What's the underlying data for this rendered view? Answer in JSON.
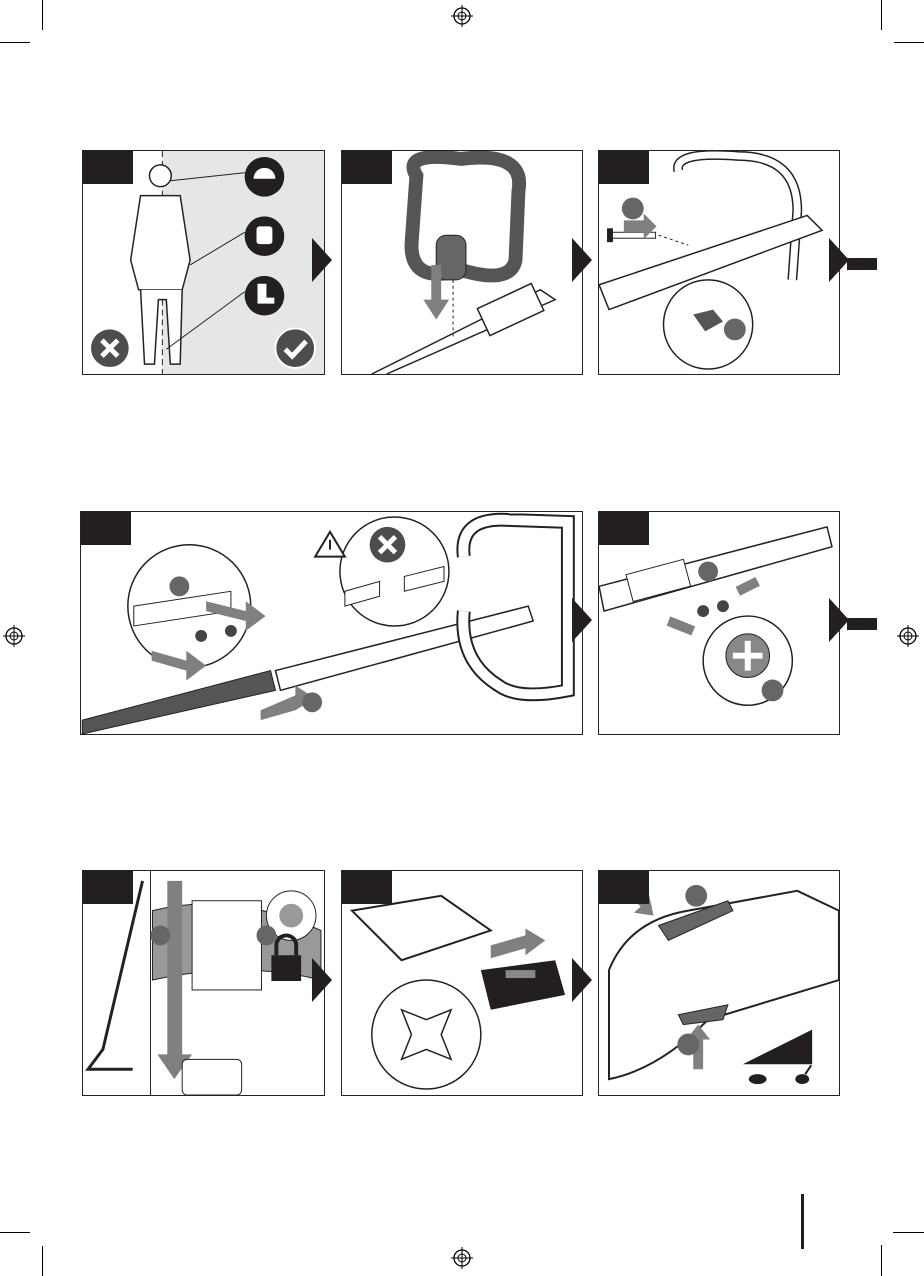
{
  "colors": {
    "ink": "#231f20",
    "panel_shade": "#e6e6e6",
    "arrow_gray": "#808080"
  },
  "panels": [
    {
      "id": "ppe",
      "icons": [
        "helmet-goggles-icon",
        "gloves-icon",
        "boots-icon",
        "cross-icon",
        "check-icon"
      ]
    },
    {
      "id": "attach-handle",
      "icons": [
        "down-arrow-icon"
      ]
    },
    {
      "id": "fix-handle-bolt",
      "icons": [
        "bolt-icon",
        "knob-rotate-icon"
      ]
    },
    {
      "id": "join-shaft",
      "icons": [
        "warning-icon",
        "cross-icon",
        "screw-icon"
      ]
    },
    {
      "id": "tighten-shaft-screws",
      "icons": [
        "screw-icon",
        "phillips-rotate-icon"
      ]
    },
    {
      "id": "fit-guard",
      "icons": [
        "down-arrow-icon",
        "lock-icon",
        "phillips-rotate-icon"
      ]
    },
    {
      "id": "insert-battery",
      "icons": [
        "battery-icon",
        "arrow-icon"
      ]
    },
    {
      "id": "start-trigger",
      "icons": [
        "lock-off-icon",
        "trigger-icon",
        "turtle-icon",
        "rabbit-icon"
      ]
    }
  ]
}
